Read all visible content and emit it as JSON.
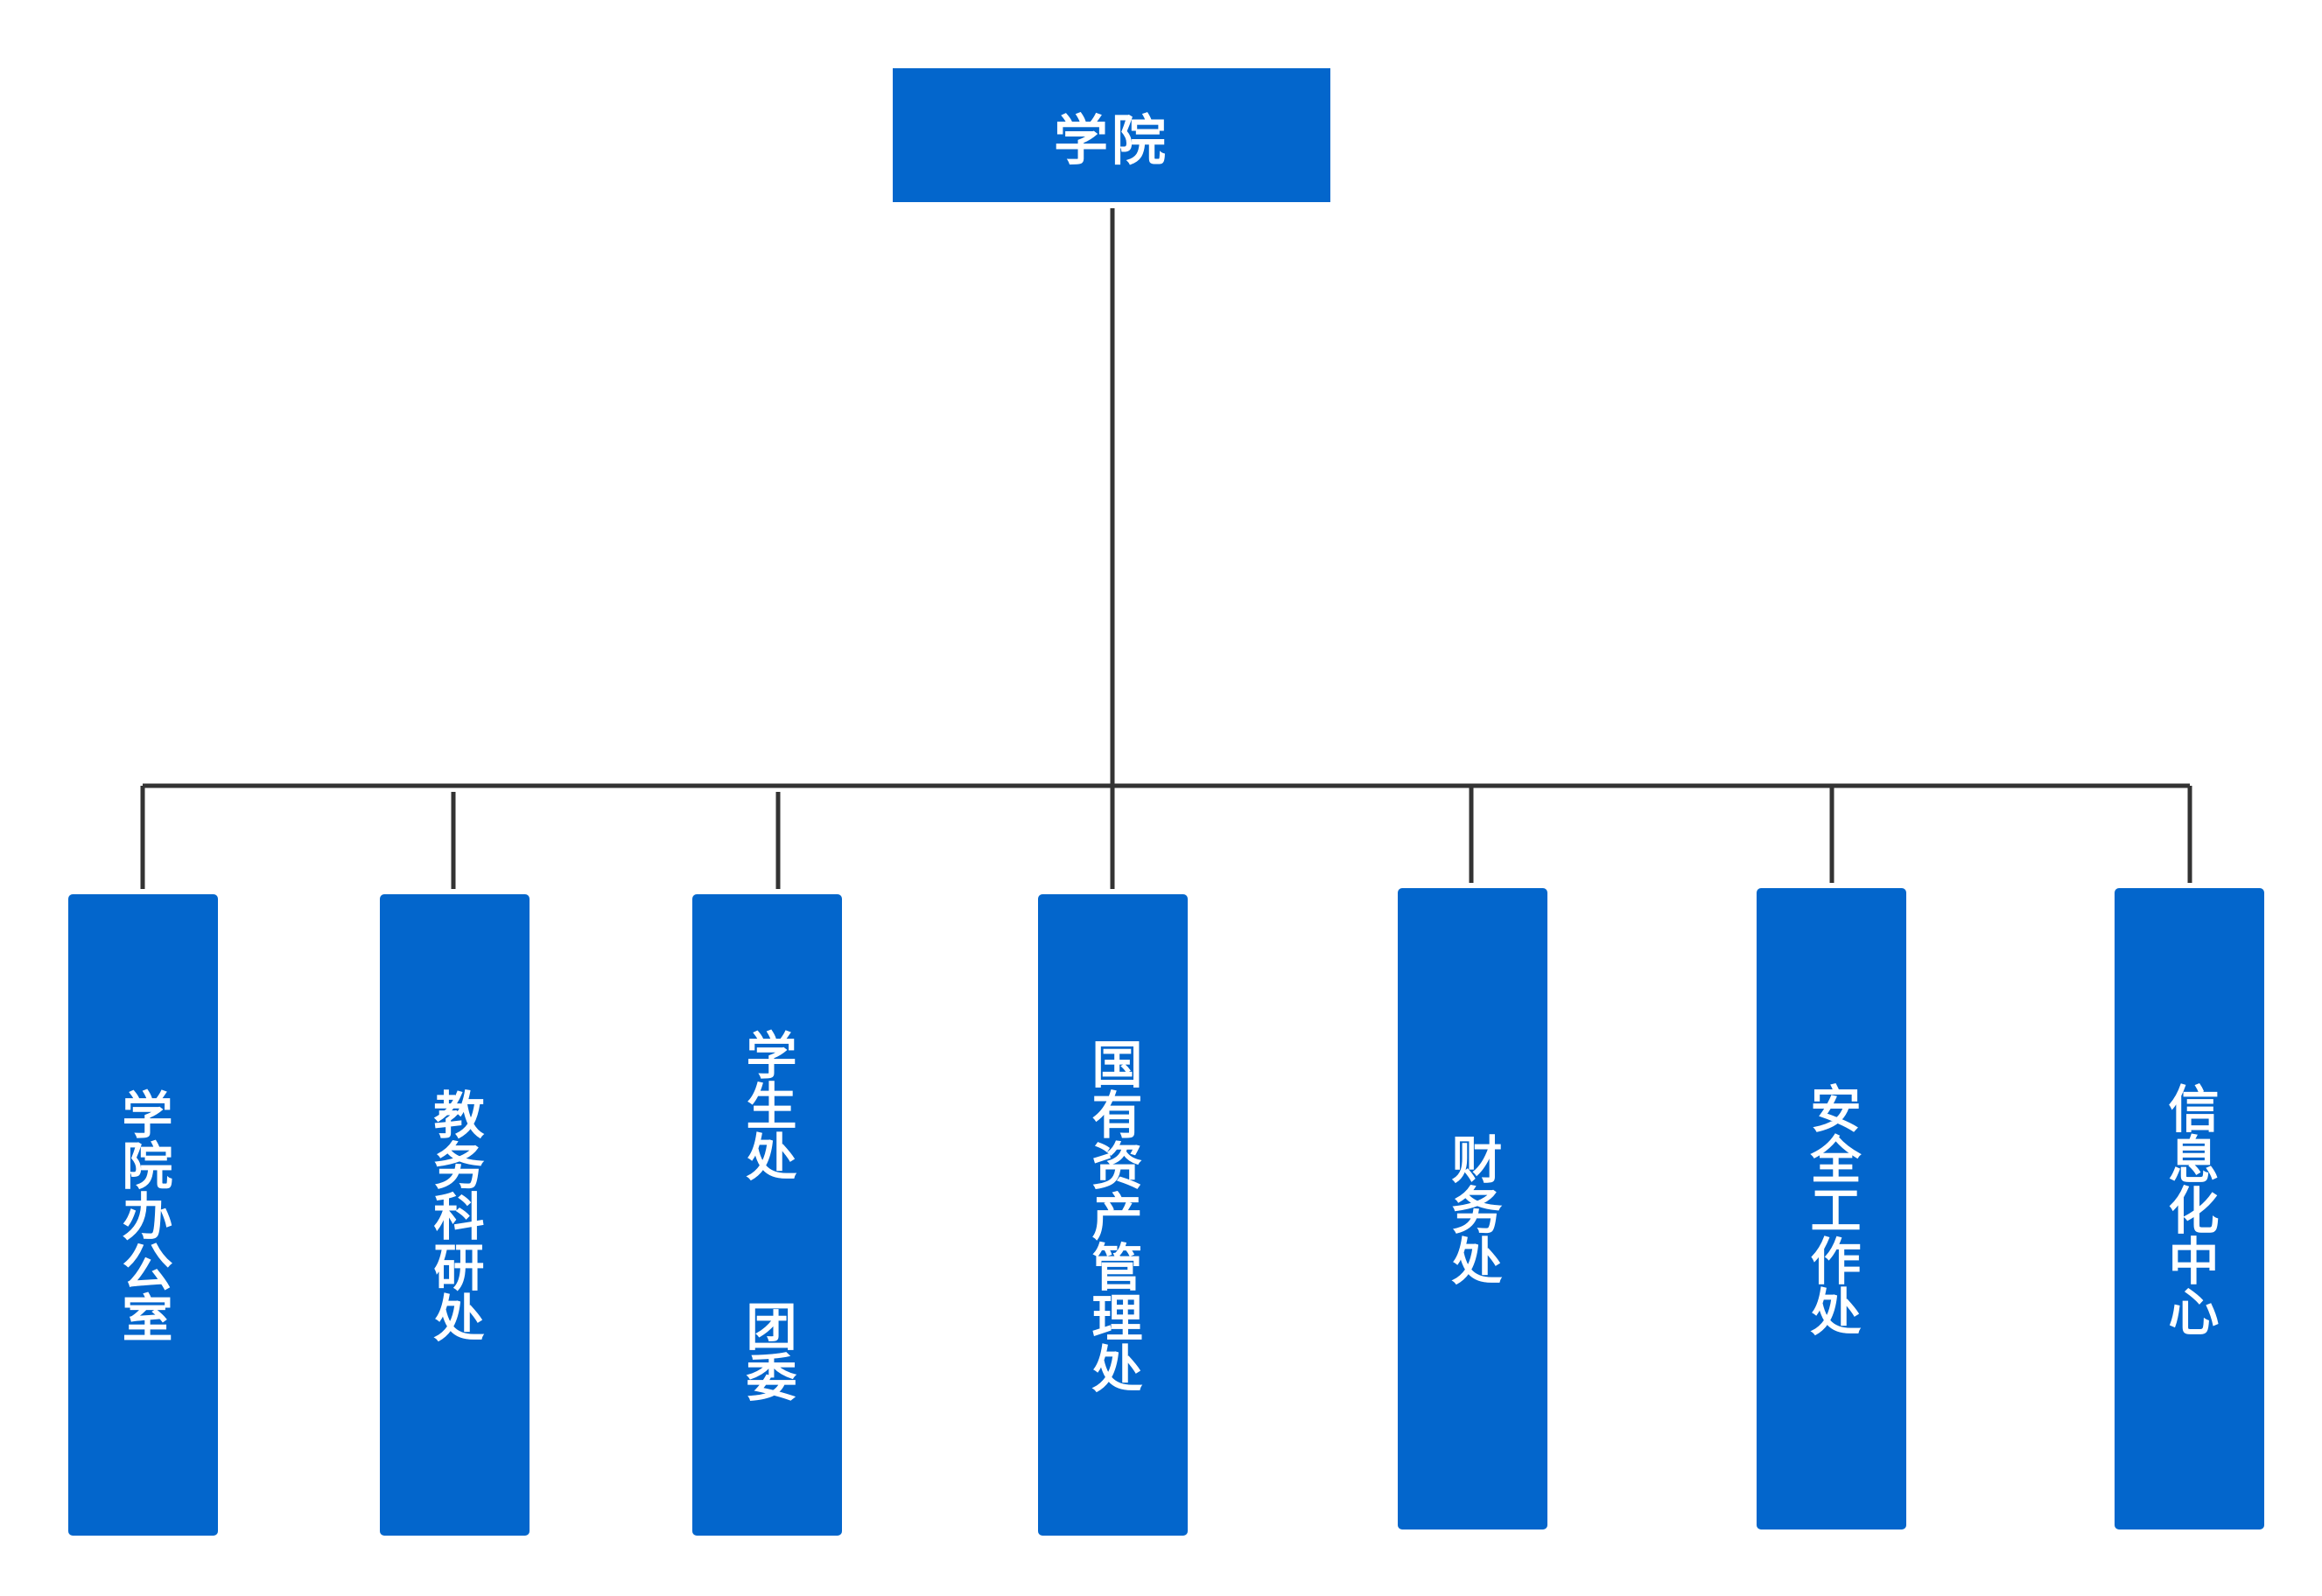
{
  "colors": {
    "node_fill": "#0366cc",
    "node_text": "#ffffff",
    "connector": "#333333"
  },
  "root": {
    "label": "学院"
  },
  "children": [
    {
      "label": "学院办公室"
    },
    {
      "label": "教务科研处"
    },
    {
      "label": "学生处  团委"
    },
    {
      "label": "国有资产管理处"
    },
    {
      "label": "财务处"
    },
    {
      "label": "安全工作处"
    },
    {
      "label": "信息化中心"
    }
  ]
}
